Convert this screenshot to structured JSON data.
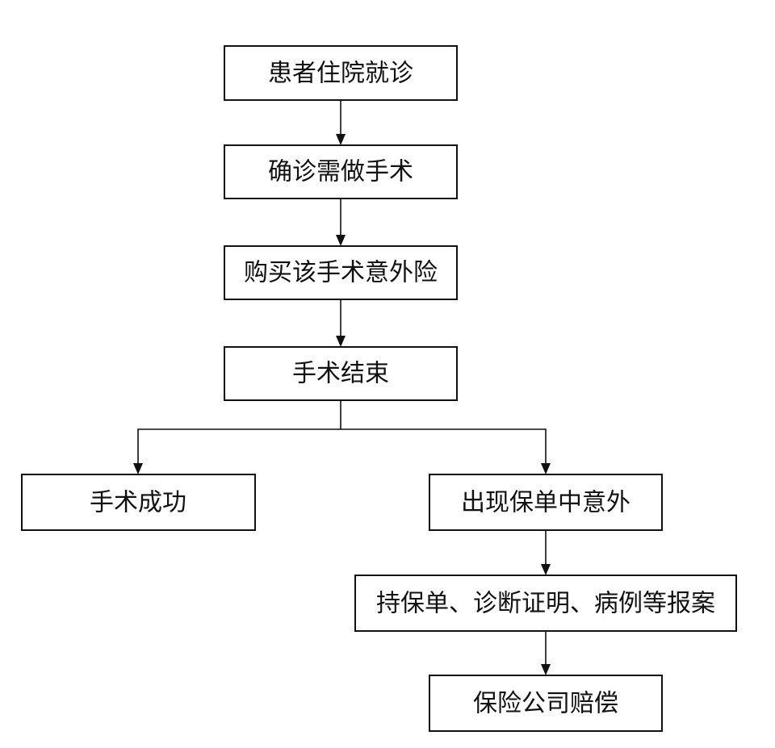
{
  "flowchart": {
    "nodes": [
      {
        "id": "admit",
        "label": "患者住院就诊"
      },
      {
        "id": "diagnose",
        "label": "确诊需做手术"
      },
      {
        "id": "buy",
        "label": "购买该手术意外险"
      },
      {
        "id": "end",
        "label": "手术结束"
      },
      {
        "id": "success",
        "label": "手术成功"
      },
      {
        "id": "accident",
        "label": "出现保单中意外"
      },
      {
        "id": "report",
        "label": "持保单、诊断证明、病例等报案"
      },
      {
        "id": "compensate",
        "label": "保险公司赔偿"
      }
    ],
    "edges": [
      [
        "admit",
        "diagnose"
      ],
      [
        "diagnose",
        "buy"
      ],
      [
        "buy",
        "end"
      ],
      [
        "end",
        "success"
      ],
      [
        "end",
        "accident"
      ],
      [
        "accident",
        "report"
      ],
      [
        "report",
        "compensate"
      ]
    ]
  }
}
